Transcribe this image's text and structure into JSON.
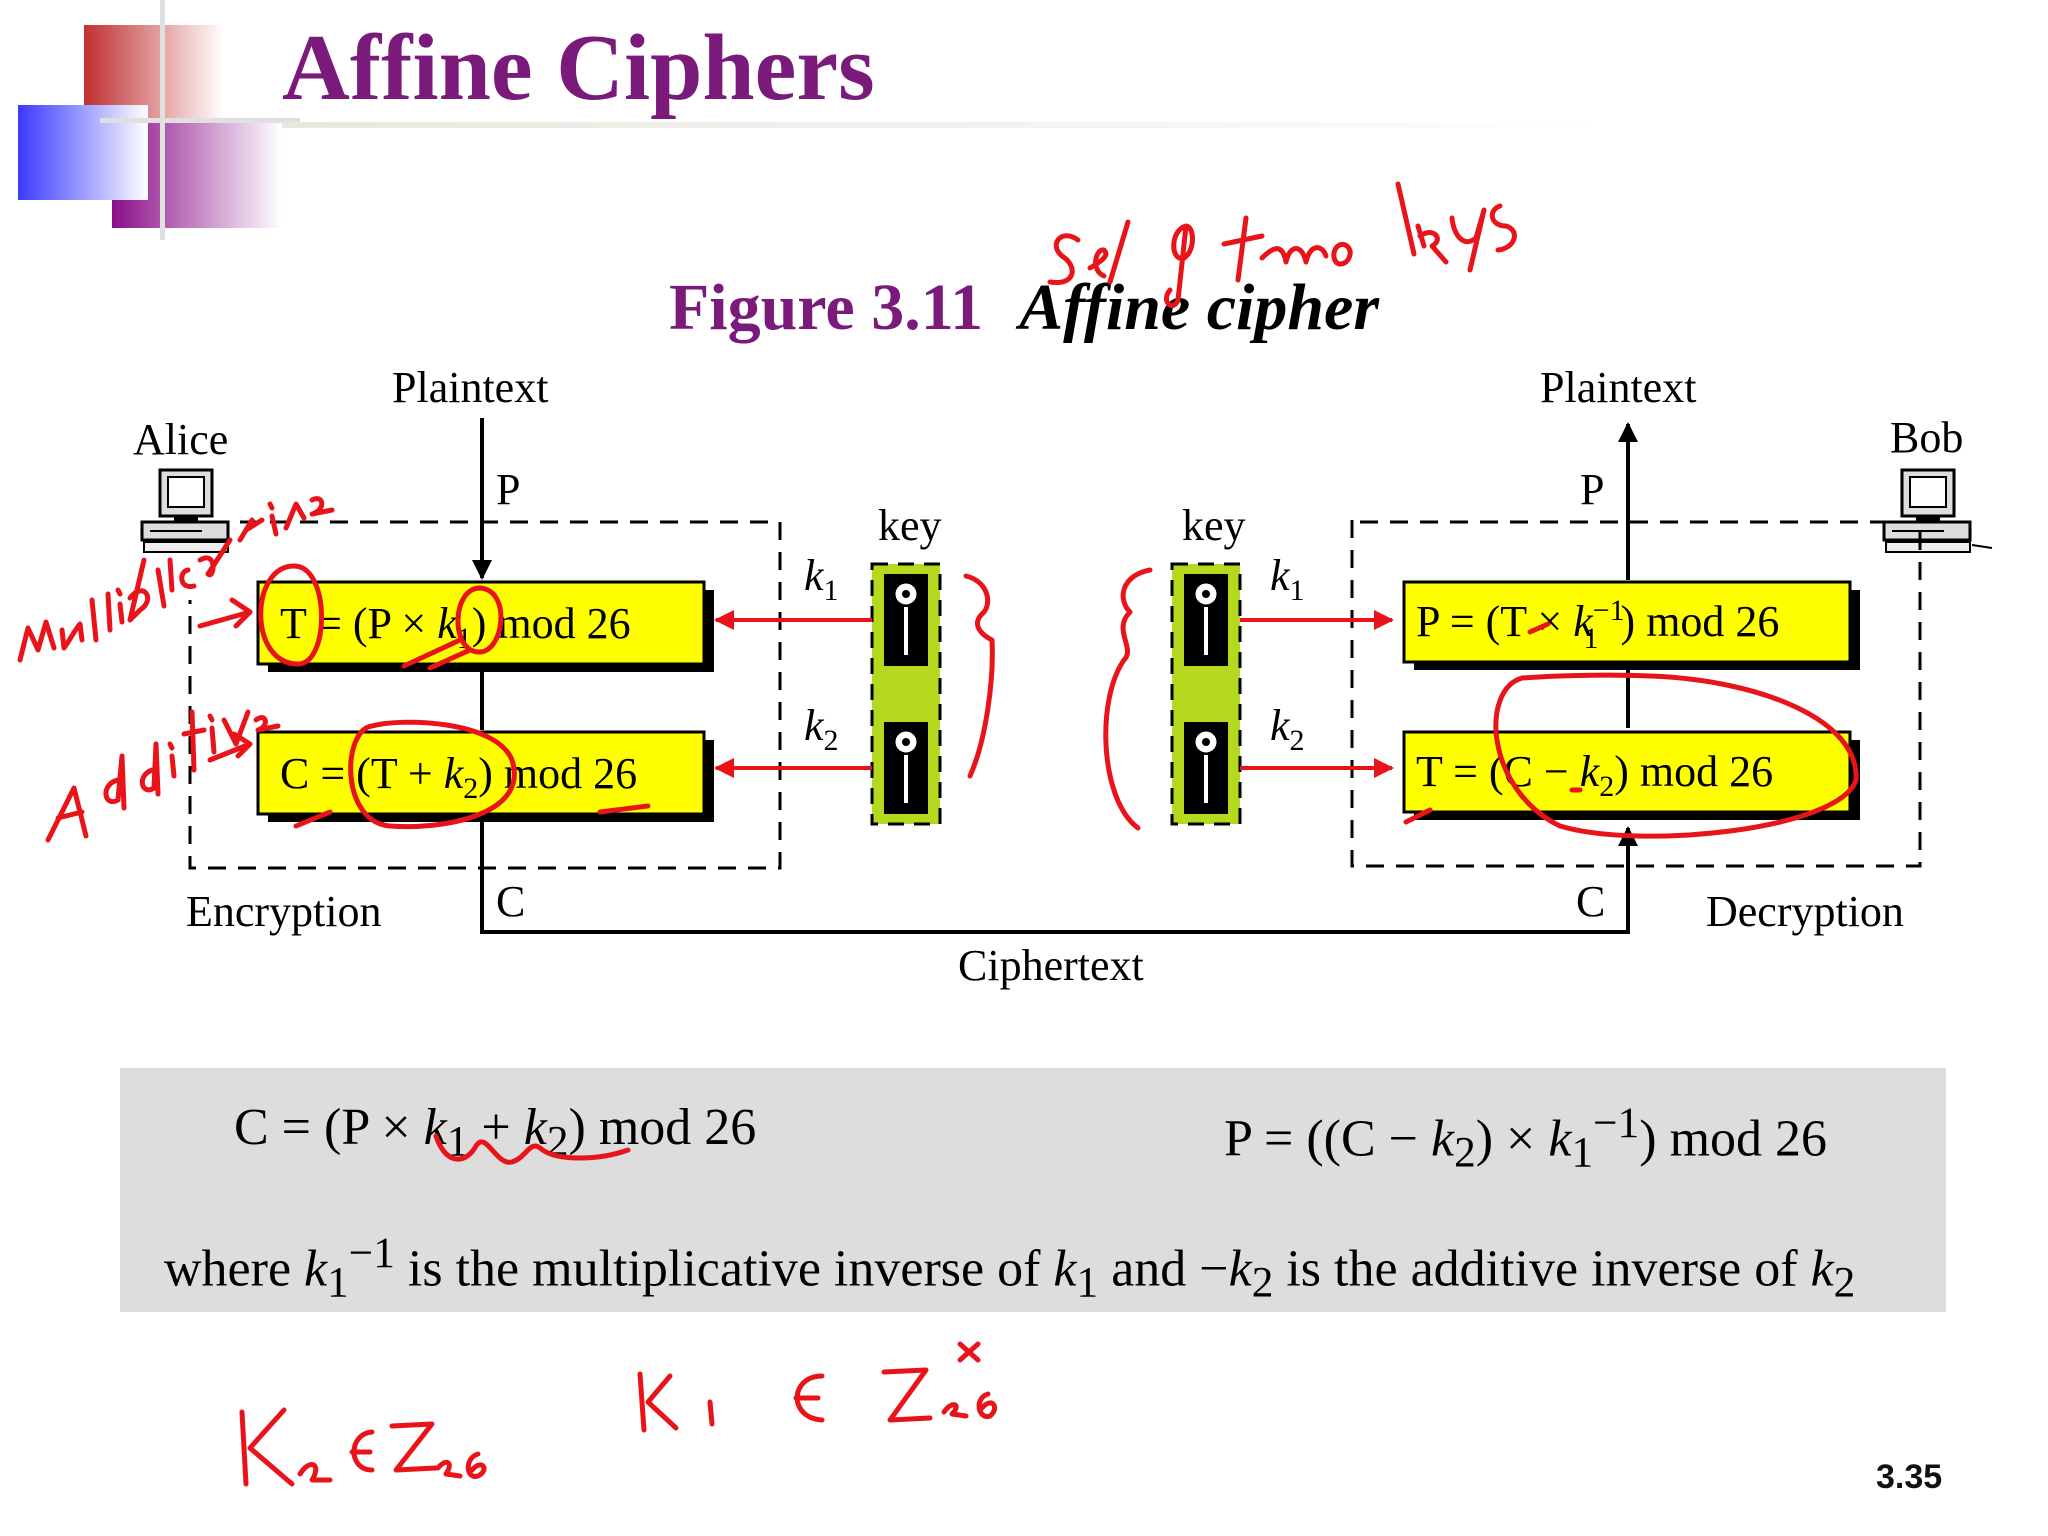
{
  "slide": {
    "title": "Affine Ciphers",
    "page_number": "3.35"
  },
  "figure": {
    "number": "Figure 3.11",
    "name": "Affine cipher"
  },
  "diagram": {
    "sender": "Alice",
    "receiver": "Bob",
    "plaintext_in": "Plaintext",
    "plaintext_out": "Plaintext",
    "p_in": "P",
    "p_out": "P",
    "c_in": "C",
    "c_out": "C",
    "ciphertext": "Ciphertext",
    "encryption_label": "Encryption",
    "decryption_label": "Decryption",
    "key_label_left": "key",
    "key_label_right": "key",
    "k1_symbol": "k",
    "k1_sub": "1",
    "k2_symbol": "k",
    "k2_sub": "2",
    "enc_box_1": {
      "pre": "T = (P × ",
      "k": "k",
      "sub": "1",
      "post": ") mod 26"
    },
    "enc_box_2": {
      "pre": "C = (T + ",
      "k": "k",
      "sub": "2",
      "post": ") mod 26"
    },
    "dec_box_1": {
      "pre": "P = (T × ",
      "k": "k",
      "sub": "1",
      "sup": "−1",
      "post": ") mod 26"
    },
    "dec_box_2": {
      "pre": "T = (C − ",
      "k": "k",
      "sub": "2",
      "post": ") mod 26"
    }
  },
  "formulas": {
    "encryption": {
      "a": "C = (P × ",
      "k1": "k",
      "k1_sub": "1",
      "b": " + ",
      "k2": "k",
      "k2_sub": "2",
      "c": ") mod 26"
    },
    "decryption": {
      "a": "P = ((C − ",
      "k2": "k",
      "k2_sub": "2",
      "b": ") × ",
      "k1": "k",
      "k1_sub": "1",
      "k1_sup": "−1",
      "c": ") mod 26"
    },
    "note": {
      "a": "where ",
      "k1": "k",
      "k1_sub": "1",
      "k1_sup": "−1",
      "b": " is the multiplicative inverse of ",
      "k1b": "k",
      "k1b_sub": "1",
      "c": " and −",
      "k2": "k",
      "k2_sub": "2",
      "d": " is the additive inverse of ",
      "k2b": "k",
      "k2b_sub": "2"
    }
  },
  "handwritten": {
    "keys_note": "Set of two keys",
    "multiplicative": "Multiplicative",
    "additive": "Additive",
    "k2_set": "K2 ∈ Z26",
    "k1_set": "K1 ∈ Z26*"
  },
  "colors": {
    "title": "#7a1a7a",
    "box_fill": "#ffff00",
    "key_fill": "#b5d91f",
    "arrow": "#e8141a",
    "ink": "#e8141a",
    "panel": "#dddddd"
  },
  "icons": [
    "computer-icon",
    "key-icon"
  ]
}
